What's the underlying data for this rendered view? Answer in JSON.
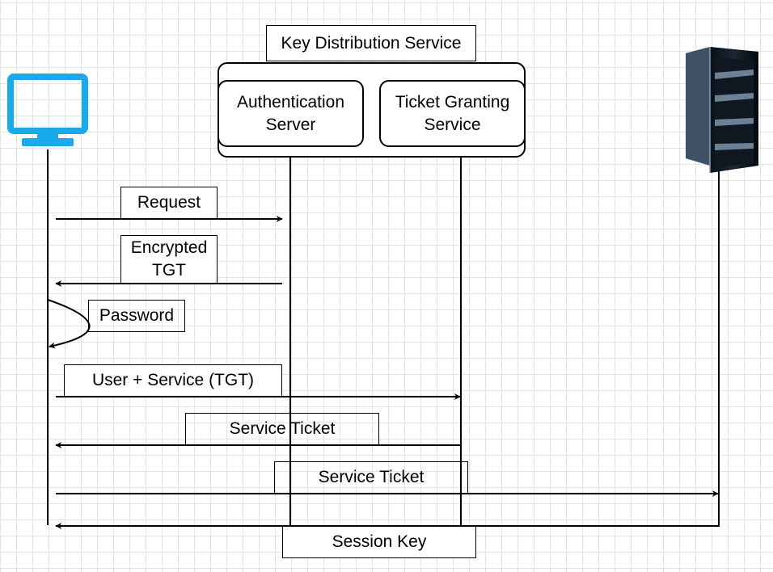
{
  "kds": {
    "title": "Key Distribution Service",
    "auth_server": "Authentication\nServer",
    "ticket_granting": "Ticket Granting\nService"
  },
  "icons": {
    "client": "monitor-icon",
    "server": "server-rack-icon"
  },
  "colors": {
    "monitor": "#18aaea",
    "line": "#000000",
    "grid": "#e3e3e3"
  },
  "messages": {
    "request": "Request",
    "encrypted_tgt": "Encrypted\nTGT",
    "password": "Password",
    "user_service_tgt": "User + Service (TGT)",
    "service_ticket_1": "Service Ticket",
    "service_ticket_2": "Service Ticket",
    "session_key": "Session Key"
  }
}
